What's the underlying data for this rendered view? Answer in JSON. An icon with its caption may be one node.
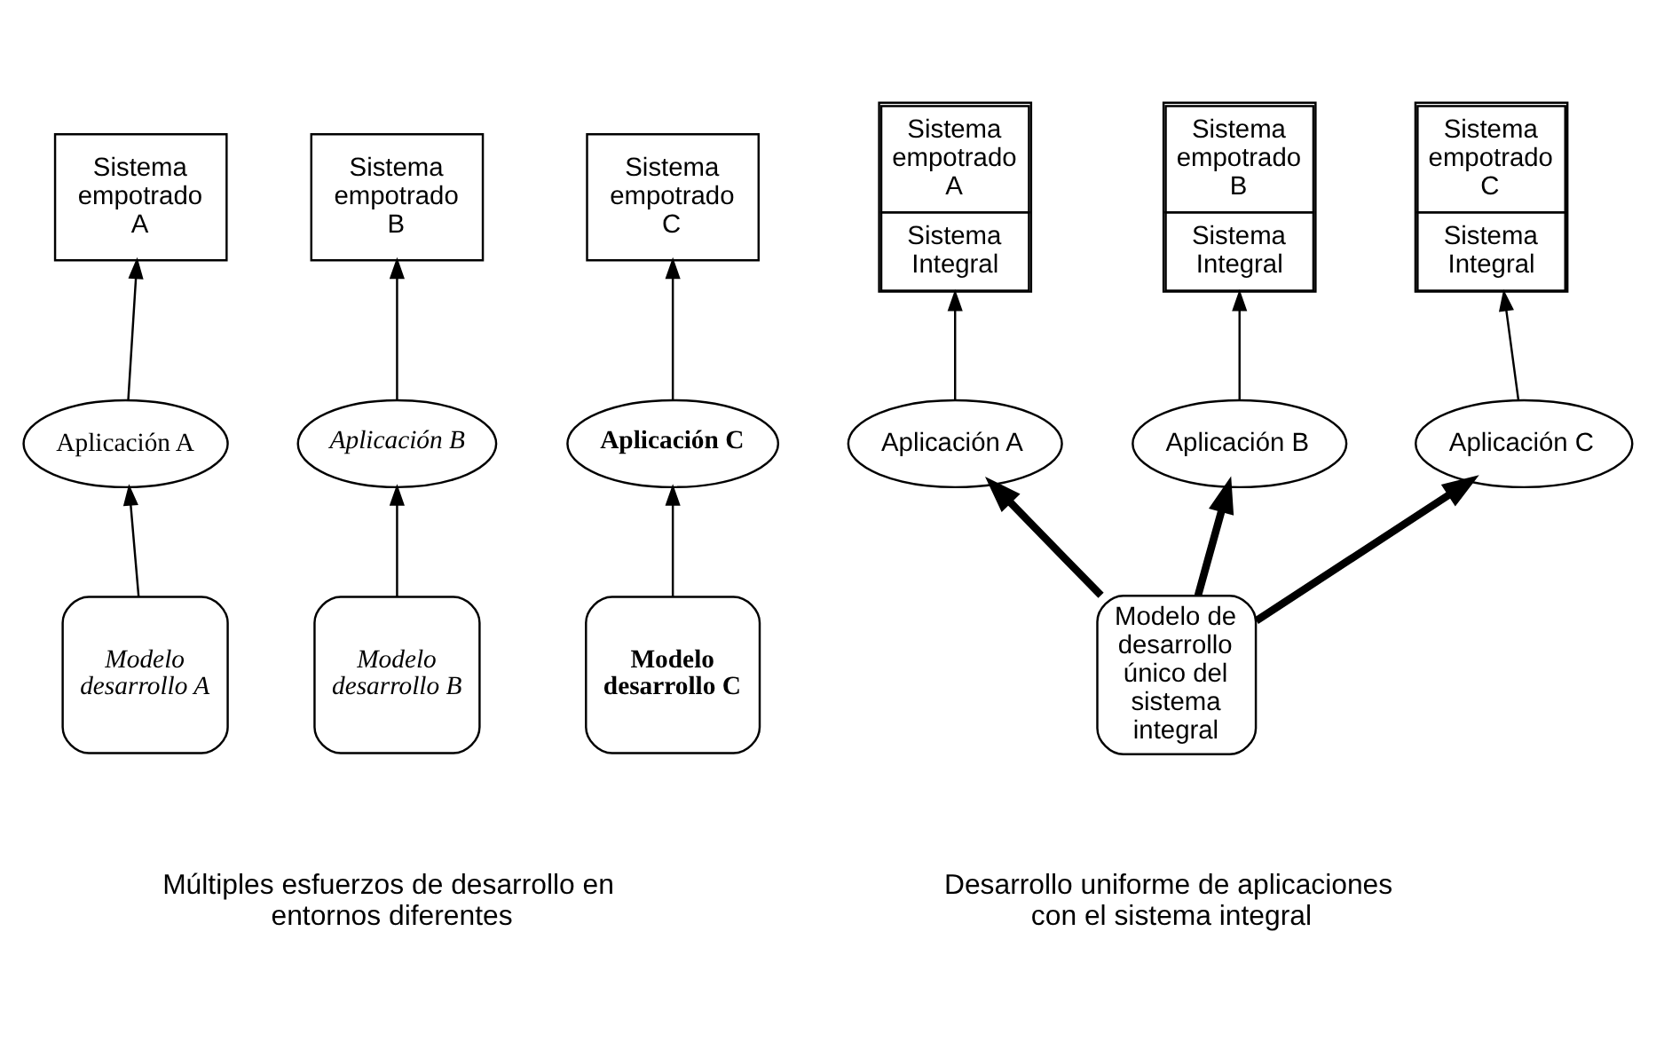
{
  "diagram": {
    "nodes": [
      {
        "text": [
          "Sistema empotrado A"
        ]
      },
      {
        "text": [
          "Sistema empotrado B"
        ]
      },
      {
        "text": [
          "Sistema empotrado C"
        ]
      },
      {
        "text": [
          "Sistema empotrado A",
          "Sistema Integral"
        ]
      },
      {
        "text": [
          "Sistema empotrado B",
          "Sistema Integral"
        ]
      },
      {
        "text": [
          "Sistema empotrado C",
          "Sistema Integral"
        ]
      },
      {
        "text": [
          "Aplicación A"
        ]
      },
      {
        "text": [
          "Aplicación B"
        ]
      },
      {
        "text": [
          "Aplicación C"
        ]
      },
      {
        "text": [
          "Aplicación A"
        ]
      },
      {
        "text": [
          "Aplicación B"
        ]
      },
      {
        "text": [
          "Aplicación C"
        ]
      },
      {
        "text": [
          "Modelo desarrollo A"
        ]
      },
      {
        "text": [
          "Modelo desarrollo B"
        ]
      },
      {
        "text": [
          "Modelo desarrollo C"
        ]
      },
      {
        "text": [
          "Modelo de desarrollo único del sistema integral"
        ]
      }
    ],
    "edges": [
      {
        "from": 12,
        "to": 6,
        "arrow": "to"
      },
      {
        "from": 6,
        "to": 0,
        "arrow": "to"
      },
      {
        "from": 13,
        "to": 7,
        "arrow": "to"
      },
      {
        "from": 7,
        "to": 1,
        "arrow": "to"
      },
      {
        "from": 14,
        "to": 8,
        "arrow": "to"
      },
      {
        "from": 8,
        "to": 2,
        "arrow": "to"
      },
      {
        "from": 9,
        "to": 3,
        "arrow": "to"
      },
      {
        "from": 10,
        "to": 4,
        "arrow": "to"
      },
      {
        "from": 11,
        "to": 5,
        "arrow": "to"
      },
      {
        "from": 15,
        "to": 9,
        "arrow": "to",
        "style": "thick"
      },
      {
        "from": 15,
        "to": 10,
        "arrow": "to",
        "style": "thick"
      },
      {
        "from": 15,
        "to": 11,
        "arrow": "to",
        "style": "thick"
      }
    ],
    "labels": [
      "Múltiples esfuerzos de desarrollo en entornos diferentes",
      "Desarrollo uniforme de aplicaciones con el sistema integral"
    ]
  }
}
